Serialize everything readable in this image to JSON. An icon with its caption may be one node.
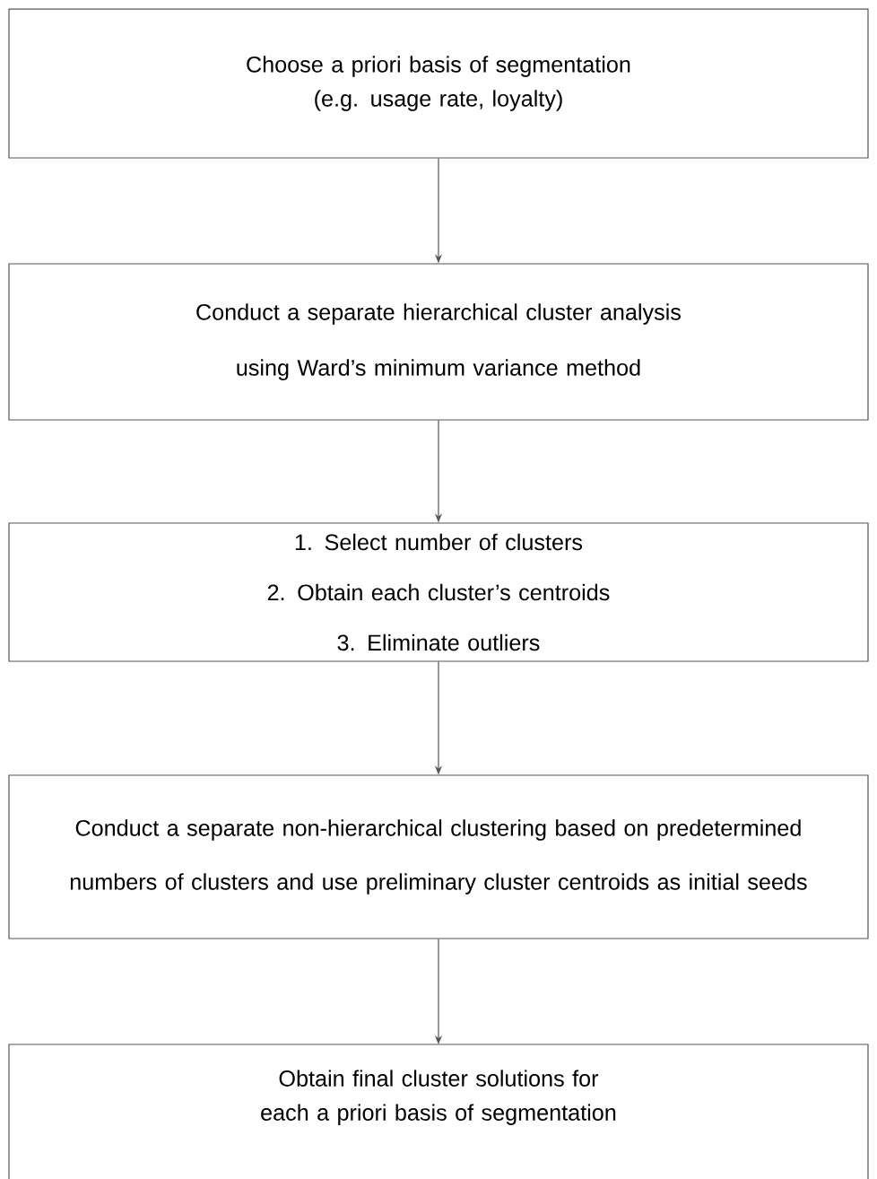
{
  "diagram": {
    "nodes": [
      {
        "text": [
          "Choose a priori basis of segmentation (e.g. usage rate, loyalty)"
        ]
      },
      {
        "text": [
          "Conduct a separate hierarchical  cluster analysis using Ward’s minimum variance method"
        ]
      },
      {
        "text": [
          "1. Select number of clusters",
          "2. Obtain each cluster’s centroids",
          "3. Eliminate outliers"
        ]
      },
      {
        "text": [
          "Conduct a separate non-hierarchical clustering based on predetermined numbers of clusters and use preliminary cluster centroids as initial seeds"
        ]
      },
      {
        "text": [
          "Obtain final cluster solutions for each a priori basis of segmentation"
        ]
      }
    ],
    "edges": [
      {
        "from": 0,
        "to": 1,
        "arrow": "to"
      },
      {
        "from": 1,
        "to": 2,
        "arrow": "to"
      },
      {
        "from": 2,
        "to": 3,
        "arrow": "to"
      },
      {
        "from": 3,
        "to": 4,
        "arrow": "to"
      }
    ]
  }
}
